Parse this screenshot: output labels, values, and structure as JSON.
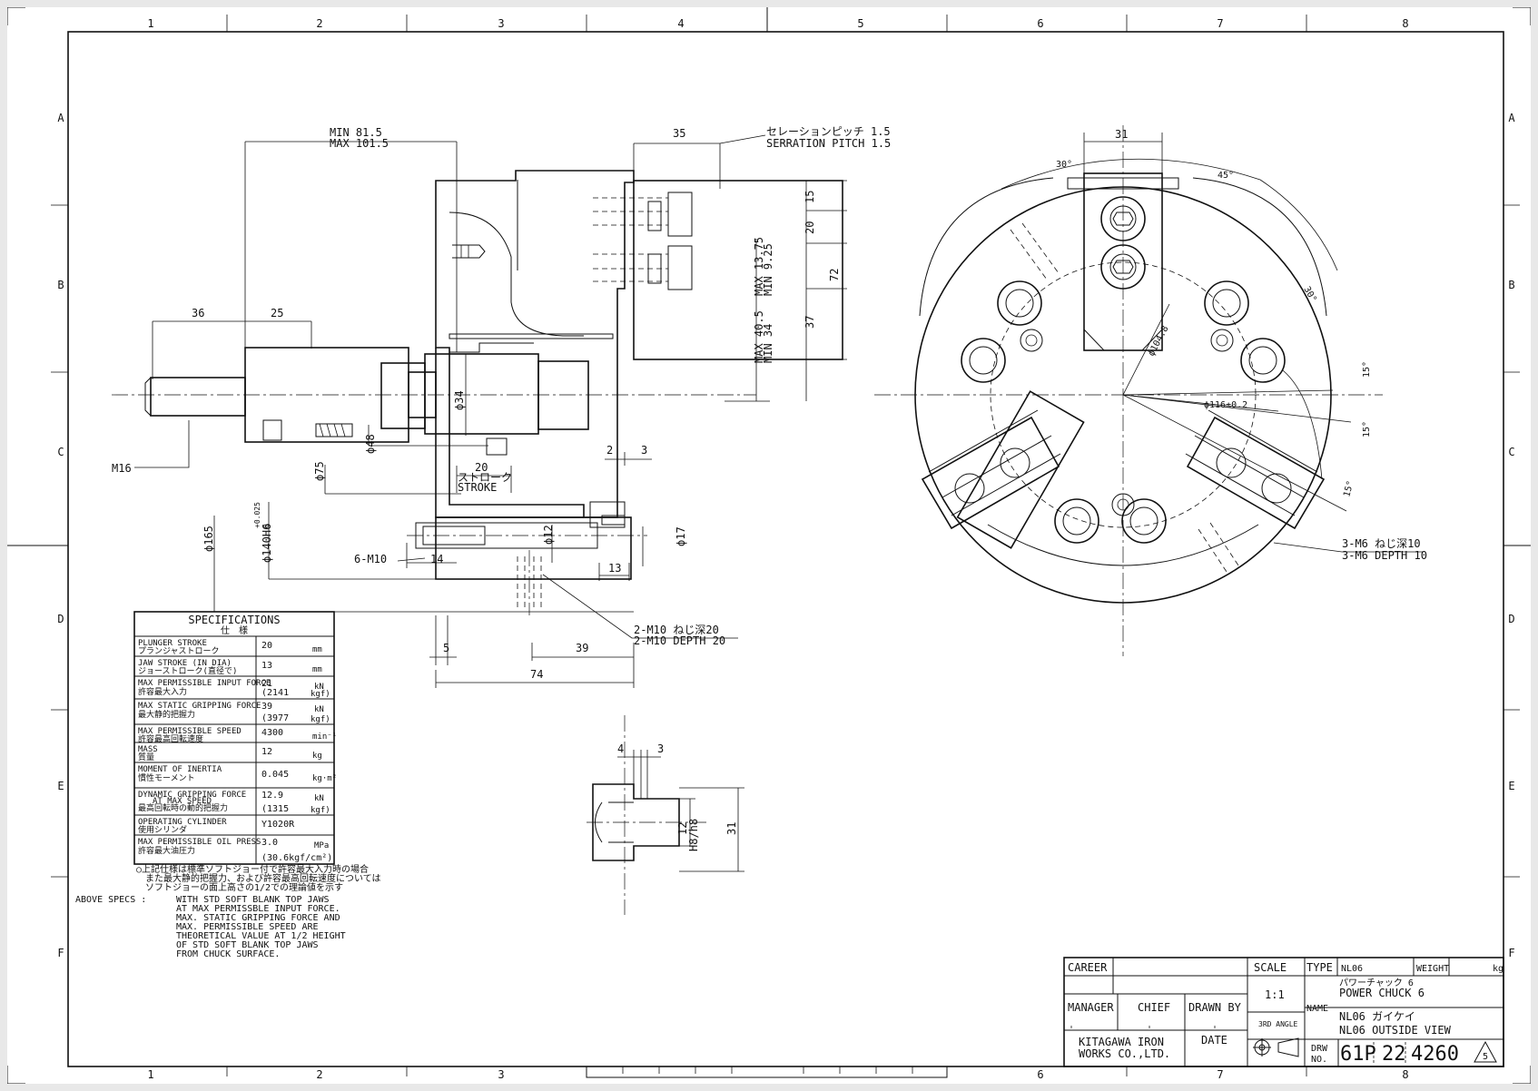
{
  "frame": {
    "cols": [
      "1",
      "2",
      "3",
      "4",
      "5",
      "6",
      "7",
      "8"
    ],
    "rows": [
      "A",
      "B",
      "C",
      "D",
      "E",
      "F"
    ]
  },
  "side_view": {
    "dims": {
      "min_stroke": "MIN 81.5",
      "max_stroke": "MAX 101.5",
      "d35": "35",
      "serration_jp": "セレーションピッチ 1.5",
      "serration_en": "SERRATION PITCH 1.5",
      "d15": "15",
      "d20": "20",
      "d72": "72",
      "max_1375": "MAX 13.75",
      "min_925": "MIN 9.25",
      "d37": "37",
      "max_405": "MAX 40.5",
      "min_34": "MIN 34",
      "d36": "36",
      "d25": "25",
      "phi34": "ϕ34",
      "phi48": "ϕ48",
      "phi75": "ϕ75",
      "m16": "M16",
      "d20s": "20",
      "stroke_jp": "ストローク",
      "stroke_en": "STROKE",
      "d2": "2",
      "d3": "3",
      "phi140": "ϕ140H6",
      "tol_up": "+0.025",
      "tol_lo": "0",
      "phi165": "ϕ165",
      "m10_6": "6-M10",
      "d14": "14",
      "phi12": "ϕ12",
      "phi17": "ϕ17",
      "d13": "13",
      "m10_2_jp": "2-M10 ねじ深20",
      "m10_2_en": "2-M10 DEPTH 20",
      "d5": "5",
      "d39": "39",
      "d74": "74"
    }
  },
  "front_view": {
    "dims": {
      "d31": "31",
      "a30": "30°",
      "a45": "45°",
      "a30b": "30°",
      "a15a": "15°",
      "a15b": "15°",
      "a15c": "15°",
      "phi1048": "ϕ104.8",
      "phi116": "ϕ116±0.2",
      "m6_jp": "3-M6 ねじ深10",
      "m6_en": "3-M6 DEPTH 10"
    }
  },
  "detail_view": {
    "dims": {
      "d4": "4",
      "d3": "3",
      "d12": "12",
      "h8": "H8/h8",
      "d31": "31"
    }
  },
  "specs": {
    "title": "SPECIFICATIONS",
    "title_jp": "仕　様",
    "rows": [
      {
        "en": "PLUNGER STROKE",
        "jp": "プランジャストローク",
        "val": "20",
        "val2": "",
        "unit": "mm",
        "unit2": ""
      },
      {
        "en": "JAW STROKE (IN DIA)",
        "jp": "ジョーストローク(直径で)",
        "val": "13",
        "val2": "",
        "unit": "mm",
        "unit2": ""
      },
      {
        "en": "MAX PERMISSIBLE INPUT FORCE",
        "jp": "許容最大入力",
        "val": "21",
        "val2": "(2141",
        "unit": "kN",
        "unit2": "kgf)"
      },
      {
        "en": "MAX STATIC GRIPPING FORCE",
        "jp": "最大静的把握力",
        "val": "39",
        "val2": "(3977",
        "unit": "kN",
        "unit2": "kgf)"
      },
      {
        "en": "MAX PERMISSIBLE SPEED",
        "jp": "許容最高回転速度",
        "val": "4300",
        "val2": "",
        "unit": "min⁻¹",
        "unit2": ""
      },
      {
        "en": "MASS",
        "jp": "質量",
        "val": "12",
        "val2": "",
        "unit": "kg",
        "unit2": ""
      },
      {
        "en": "MOMENT OF INERTIA",
        "jp": "慣性モーメント",
        "val": "0.045",
        "val2": "",
        "unit": "kg·m²",
        "unit2": ""
      },
      {
        "en": "DYNAMIC GRIPPING FORCE",
        "en2": "AT MAX SPEED",
        "jp": "最高回転時の動的把握力",
        "val": "12.9",
        "val2": "(1315",
        "unit": "kN",
        "unit2": "kgf)"
      },
      {
        "en": "OPERATING CYLINDER",
        "jp": "使用シリンダ",
        "val": "Y1020R",
        "val2": "",
        "unit": "",
        "unit2": ""
      },
      {
        "en": "MAX PERMISSIBLE OIL PRESS",
        "jp": "許容最大油圧力",
        "val": "3.0",
        "val2": "(30.6kgf/cm²)",
        "unit": "MPa",
        "unit2": ""
      }
    ]
  },
  "notes": {
    "jp1": "○上記仕様は標準ソフトジョー付で許容最大入力時の場合",
    "jp2": "また最大静的把握力、および許容最高回転速度については",
    "jp3": "ソフトジョーの面上高さの1/2での理論値を示す",
    "en_label": "ABOVE SPECS :",
    "en_lines": [
      "WITH STD SOFT BLANK TOP JAWS",
      "AT MAX PERMISSBLE INPUT FORCE.",
      "MAX. STATIC GRIPPING FORCE AND",
      "MAX. PERMISSIBLE SPEED ARE",
      "THEORETICAL VALUE AT 1/2 HEIGHT",
      "OF STD SOFT BLANK TOP JAWS",
      "FROM CHUCK SURFACE."
    ]
  },
  "title_block": {
    "career": "CAREER",
    "scale_label": "SCALE",
    "scale": "1:1",
    "type_label": "TYPE",
    "type": "NL06",
    "weight_label": "WEIGHT",
    "weight_unit": "kg",
    "name_label": "NAME",
    "name_jp1": "パワーチャック 6",
    "name_en1": "POWER CHUCK 6",
    "name_jp2": "NL06 ガイケイ",
    "name_en2": "NL06 OUTSIDE VIEW",
    "manager": "MANAGER",
    "chief": "CHIEF",
    "drawn_by": "DRAWN BY",
    "angle": "3RD ANGLE",
    "date": "DATE",
    "company1": "KITAGAWA IRON",
    "company2": "WORKS CO.,LTD.",
    "drw": "DRW",
    "no": "NO.",
    "num1": "61P",
    "num2": "22",
    "num3": "4260",
    "rev": "5"
  }
}
